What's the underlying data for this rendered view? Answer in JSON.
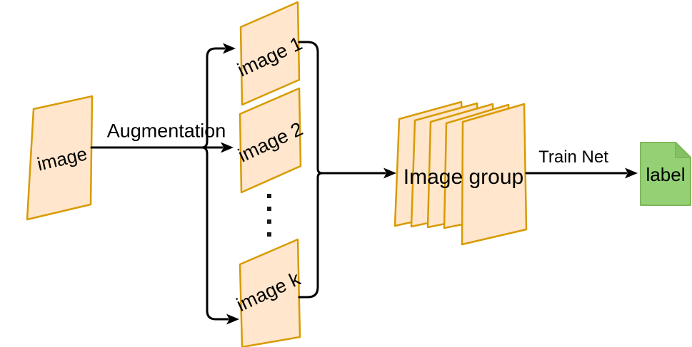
{
  "diagram": {
    "type": "image-augmentation-training-pipeline",
    "nodes": {
      "input_image": {
        "label": "image",
        "shape": "parallelogram-card"
      },
      "augmented_images": [
        {
          "label": "image 1",
          "shape": "parallelogram-card"
        },
        {
          "label": "image 2",
          "shape": "parallelogram-card"
        },
        {
          "label": "image k",
          "shape": "parallelogram-card"
        }
      ],
      "image_group": {
        "label": "Image group",
        "shape": "card-stack",
        "stack_count": 5
      },
      "output_label": {
        "label": "label",
        "shape": "note-document"
      }
    },
    "edges": {
      "augmentation": {
        "label": "Augmentation",
        "from": "input_image",
        "to": "augmented_images"
      },
      "collect": {
        "label": "",
        "from": "augmented_images",
        "to": "image_group"
      },
      "train_net": {
        "label": "Train Net",
        "from": "image_group",
        "to": "output_label"
      }
    },
    "icons": {
      "ellipsis": "vertical-dots-icon"
    },
    "colors": {
      "card_fill": "#FFE6CC",
      "card_stroke": "#D79B00",
      "note_fill": "#94D175",
      "note_fold": "#82C262",
      "note_stroke": "#7FB75B",
      "connector": "#000000",
      "text": "#000000",
      "background": "#FFFFFF"
    }
  }
}
